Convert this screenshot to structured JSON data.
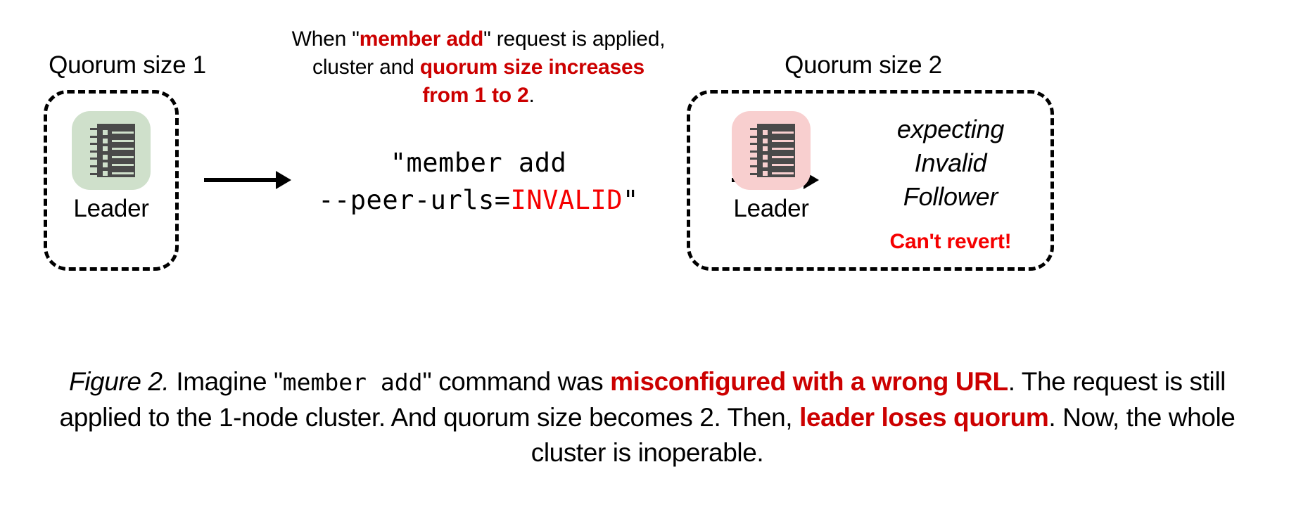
{
  "figure": {
    "left_cluster": {
      "title": "Quorum size 1",
      "node_label": "Leader",
      "node_icon": "ledger-icon",
      "tile_color": "#cfe0cb"
    },
    "right_cluster": {
      "title": "Quorum size 2",
      "node_label": "Leader",
      "node_icon": "ledger-icon",
      "tile_color": "#f8cfcf",
      "note_line_1": "expecting",
      "note_line_2": "Invalid",
      "note_line_3": "Follower",
      "warning": "Can't revert!"
    },
    "annotation": {
      "l1_a": "When \"",
      "l1_b": "member add",
      "l1_c": "\" request is applied,",
      "l2_a": "cluster and ",
      "l2_b": "quorum size increases",
      "l3_a": "from 1 to 2",
      "l3_b": "."
    },
    "command": {
      "line1": "\"member add",
      "line2_a": "--peer-urls=",
      "line2_b": "INVALID",
      "line2_c": "\""
    },
    "arrows": {
      "arrow_1": "arrow-right-icon",
      "arrow_2": "arrow-right-icon"
    },
    "caption": {
      "label": "Figure 2.",
      "t1": " Imagine \"",
      "t2": "member add",
      "t3": "\" command was ",
      "t4": "misconfigured with a wrong URL",
      "t5": ". The request is still applied to the 1-node cluster. And quorum size becomes 2. Then, ",
      "t6": "leader loses quorum",
      "t7": ". Now, the whole cluster is inoperable."
    },
    "colors": {
      "accent_red": "#cc0000",
      "alert_red": "#f50000",
      "ink": "#000000",
      "green_tile": "#cfe0cb",
      "pink_tile": "#f8cfcf",
      "icon_gray": "#4a4a4a"
    }
  }
}
